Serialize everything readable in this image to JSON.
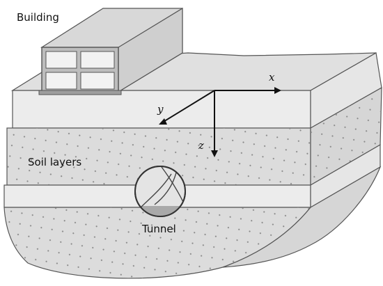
{
  "labels": {
    "building": "Building",
    "soil_layers": "Soil layers",
    "tunnel": "Tunnel"
  },
  "axes": {
    "x": "x",
    "y": "y",
    "z": "z"
  },
  "colors": {
    "outline": "#555555",
    "light_layer": "#ececec",
    "soil_layer": "#dcdcdc",
    "top_surface": "#e0e0e0",
    "building_face": "#bdbdbd",
    "tunnel_fill": "#a9a9a9",
    "dot": "#8a8a8a"
  }
}
